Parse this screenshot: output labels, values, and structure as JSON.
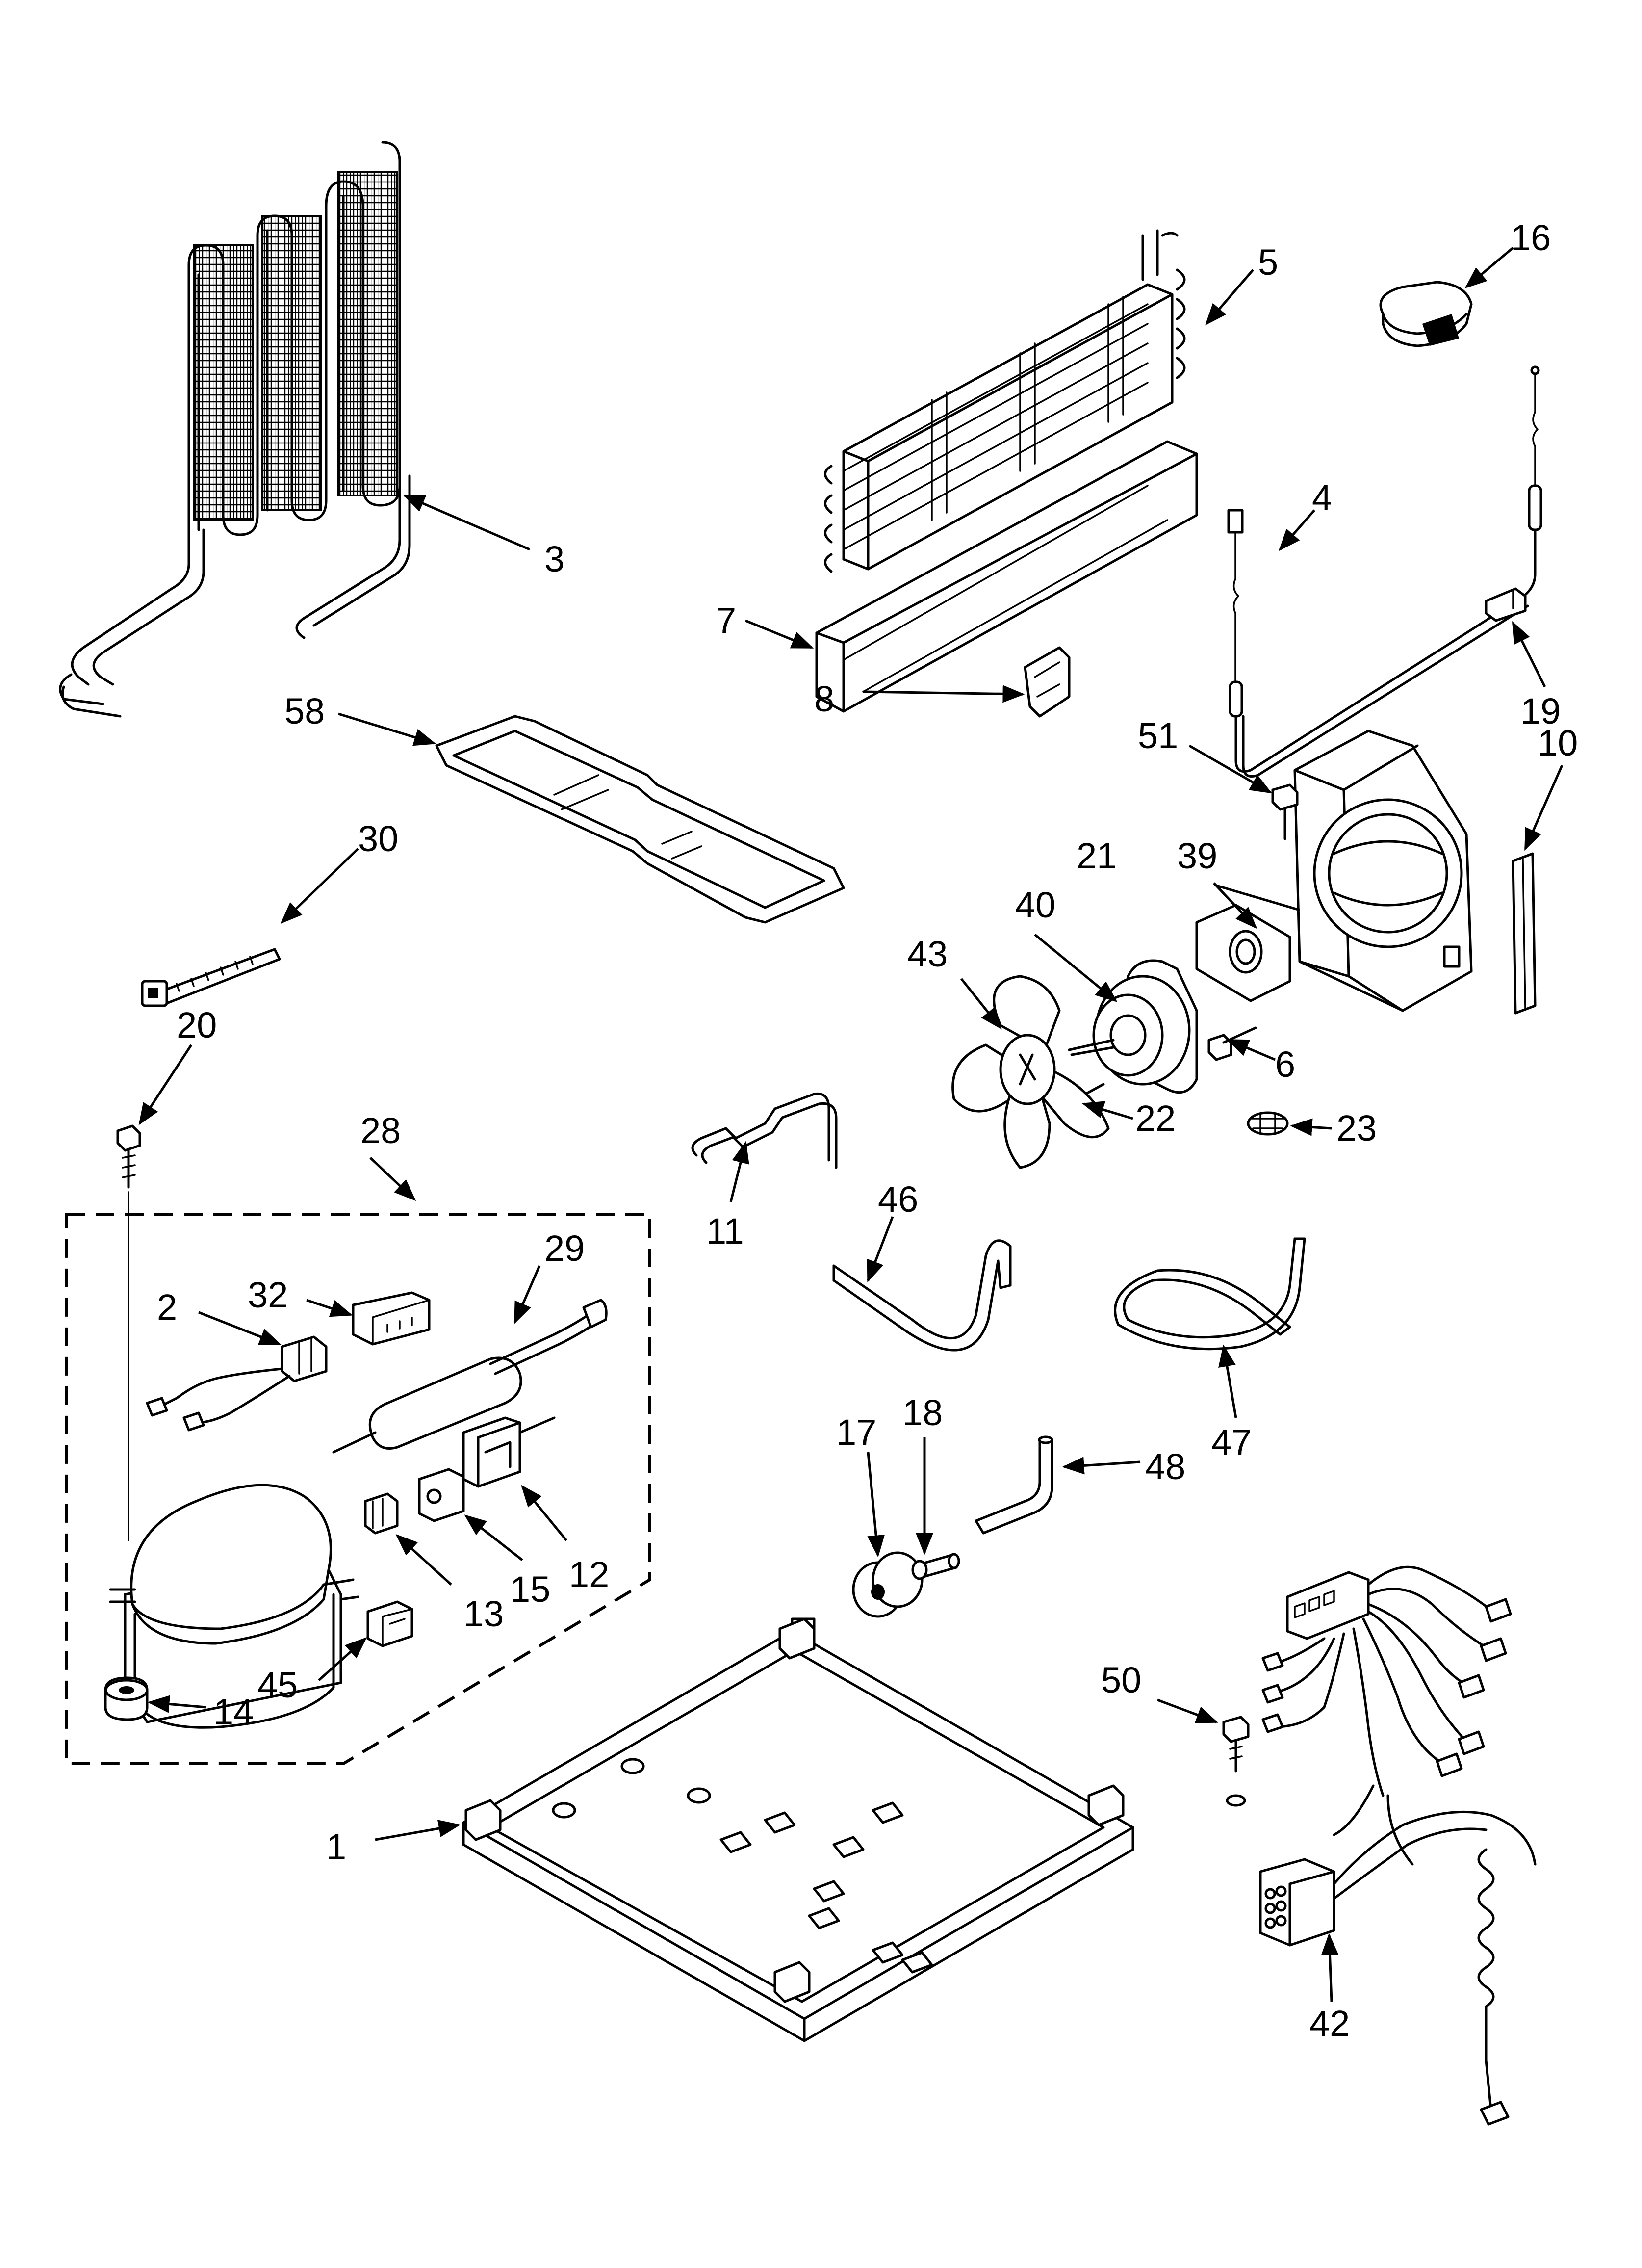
{
  "callouts": {
    "p1": "1",
    "p2": "2",
    "p3": "3",
    "p4": "4",
    "p5": "5",
    "p6": "6",
    "p7": "7",
    "p8": "8",
    "p10": "10",
    "p11": "11",
    "p12": "12",
    "p13": "13",
    "p14": "14",
    "p15": "15",
    "p16": "16",
    "p17": "17",
    "p18": "18",
    "p19": "19",
    "p20": "20",
    "p21": "21",
    "p22": "22",
    "p23": "23",
    "p28": "28",
    "p29": "29",
    "p30": "30",
    "p32": "32",
    "p39": "39",
    "p40": "40",
    "p42": "42",
    "p43": "43",
    "p45": "45",
    "p46": "46",
    "p47": "47",
    "p48": "48",
    "p50": "50",
    "p51": "51",
    "p58": "58"
  },
  "icons": {
    "arrowhead": "arrowhead-icon"
  },
  "colors": {
    "line": "#000000",
    "background": "#ffffff"
  }
}
